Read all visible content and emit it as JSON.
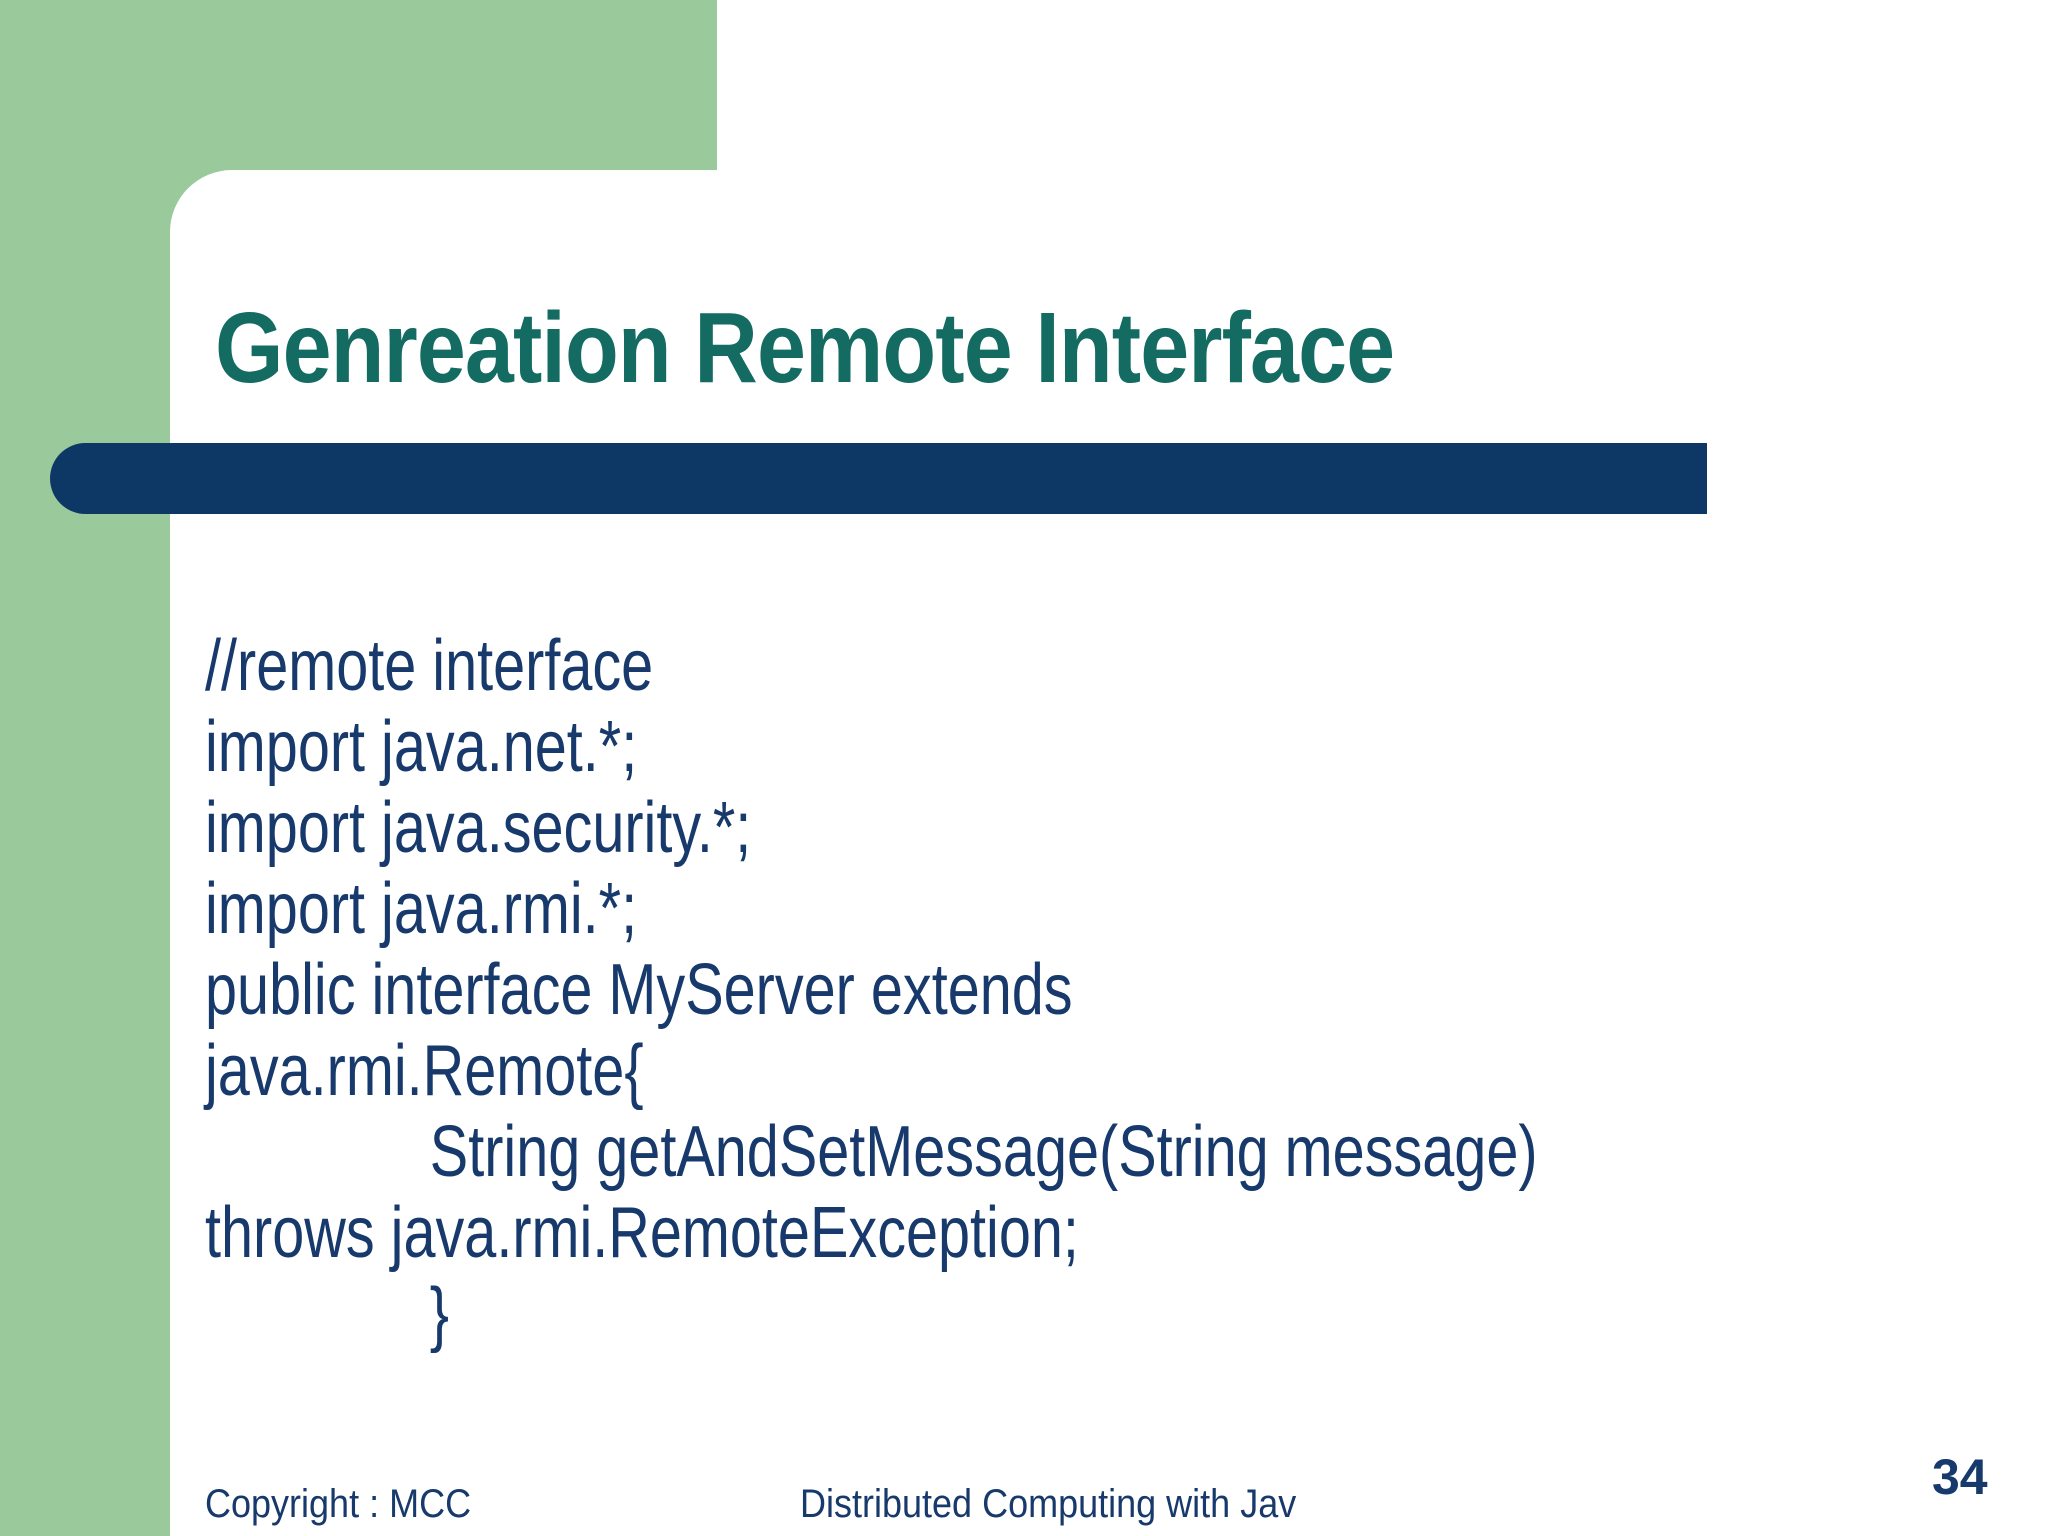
{
  "slide": {
    "title": "Genreation Remote Interface",
    "code_lines": [
      {
        "text": "//remote interface"
      },
      {
        "text": "import java.net.*;"
      },
      {
        "text": "import java.security.*;"
      },
      {
        "text": "import java.rmi.*;"
      },
      {
        "text": "public interface MyServer extends"
      },
      {
        "text": "java.rmi.Remote{"
      },
      {
        "text": "String getAndSetMessage(String message)"
      },
      {
        "text": "throws java.rmi.RemoteException;"
      },
      {
        "text": "}"
      }
    ],
    "footer": {
      "copyright": "Copyright : MCC",
      "course_title": "Distributed Computing with Jav",
      "page_number": "34"
    },
    "colors": {
      "green": "#9ACA9C",
      "navy_bar": "#0D3866",
      "title_teal": "#136B62",
      "body_text": "#17396B",
      "background": "#FFFFFF"
    }
  }
}
